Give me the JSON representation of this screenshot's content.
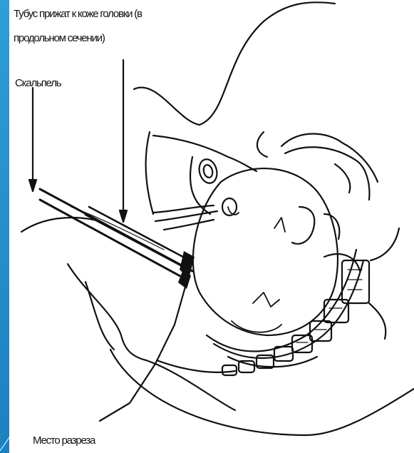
{
  "labels": {
    "tube_line1": "Тубус прижат к коже головки (в",
    "tube_line2": "продольном сечении)",
    "scalpel": "Скальпель",
    "incision": "Место разреза"
  },
  "colors": {
    "slide_background": "#1f86c6",
    "line_art": "#111111",
    "figure_background": "#ffffff"
  }
}
